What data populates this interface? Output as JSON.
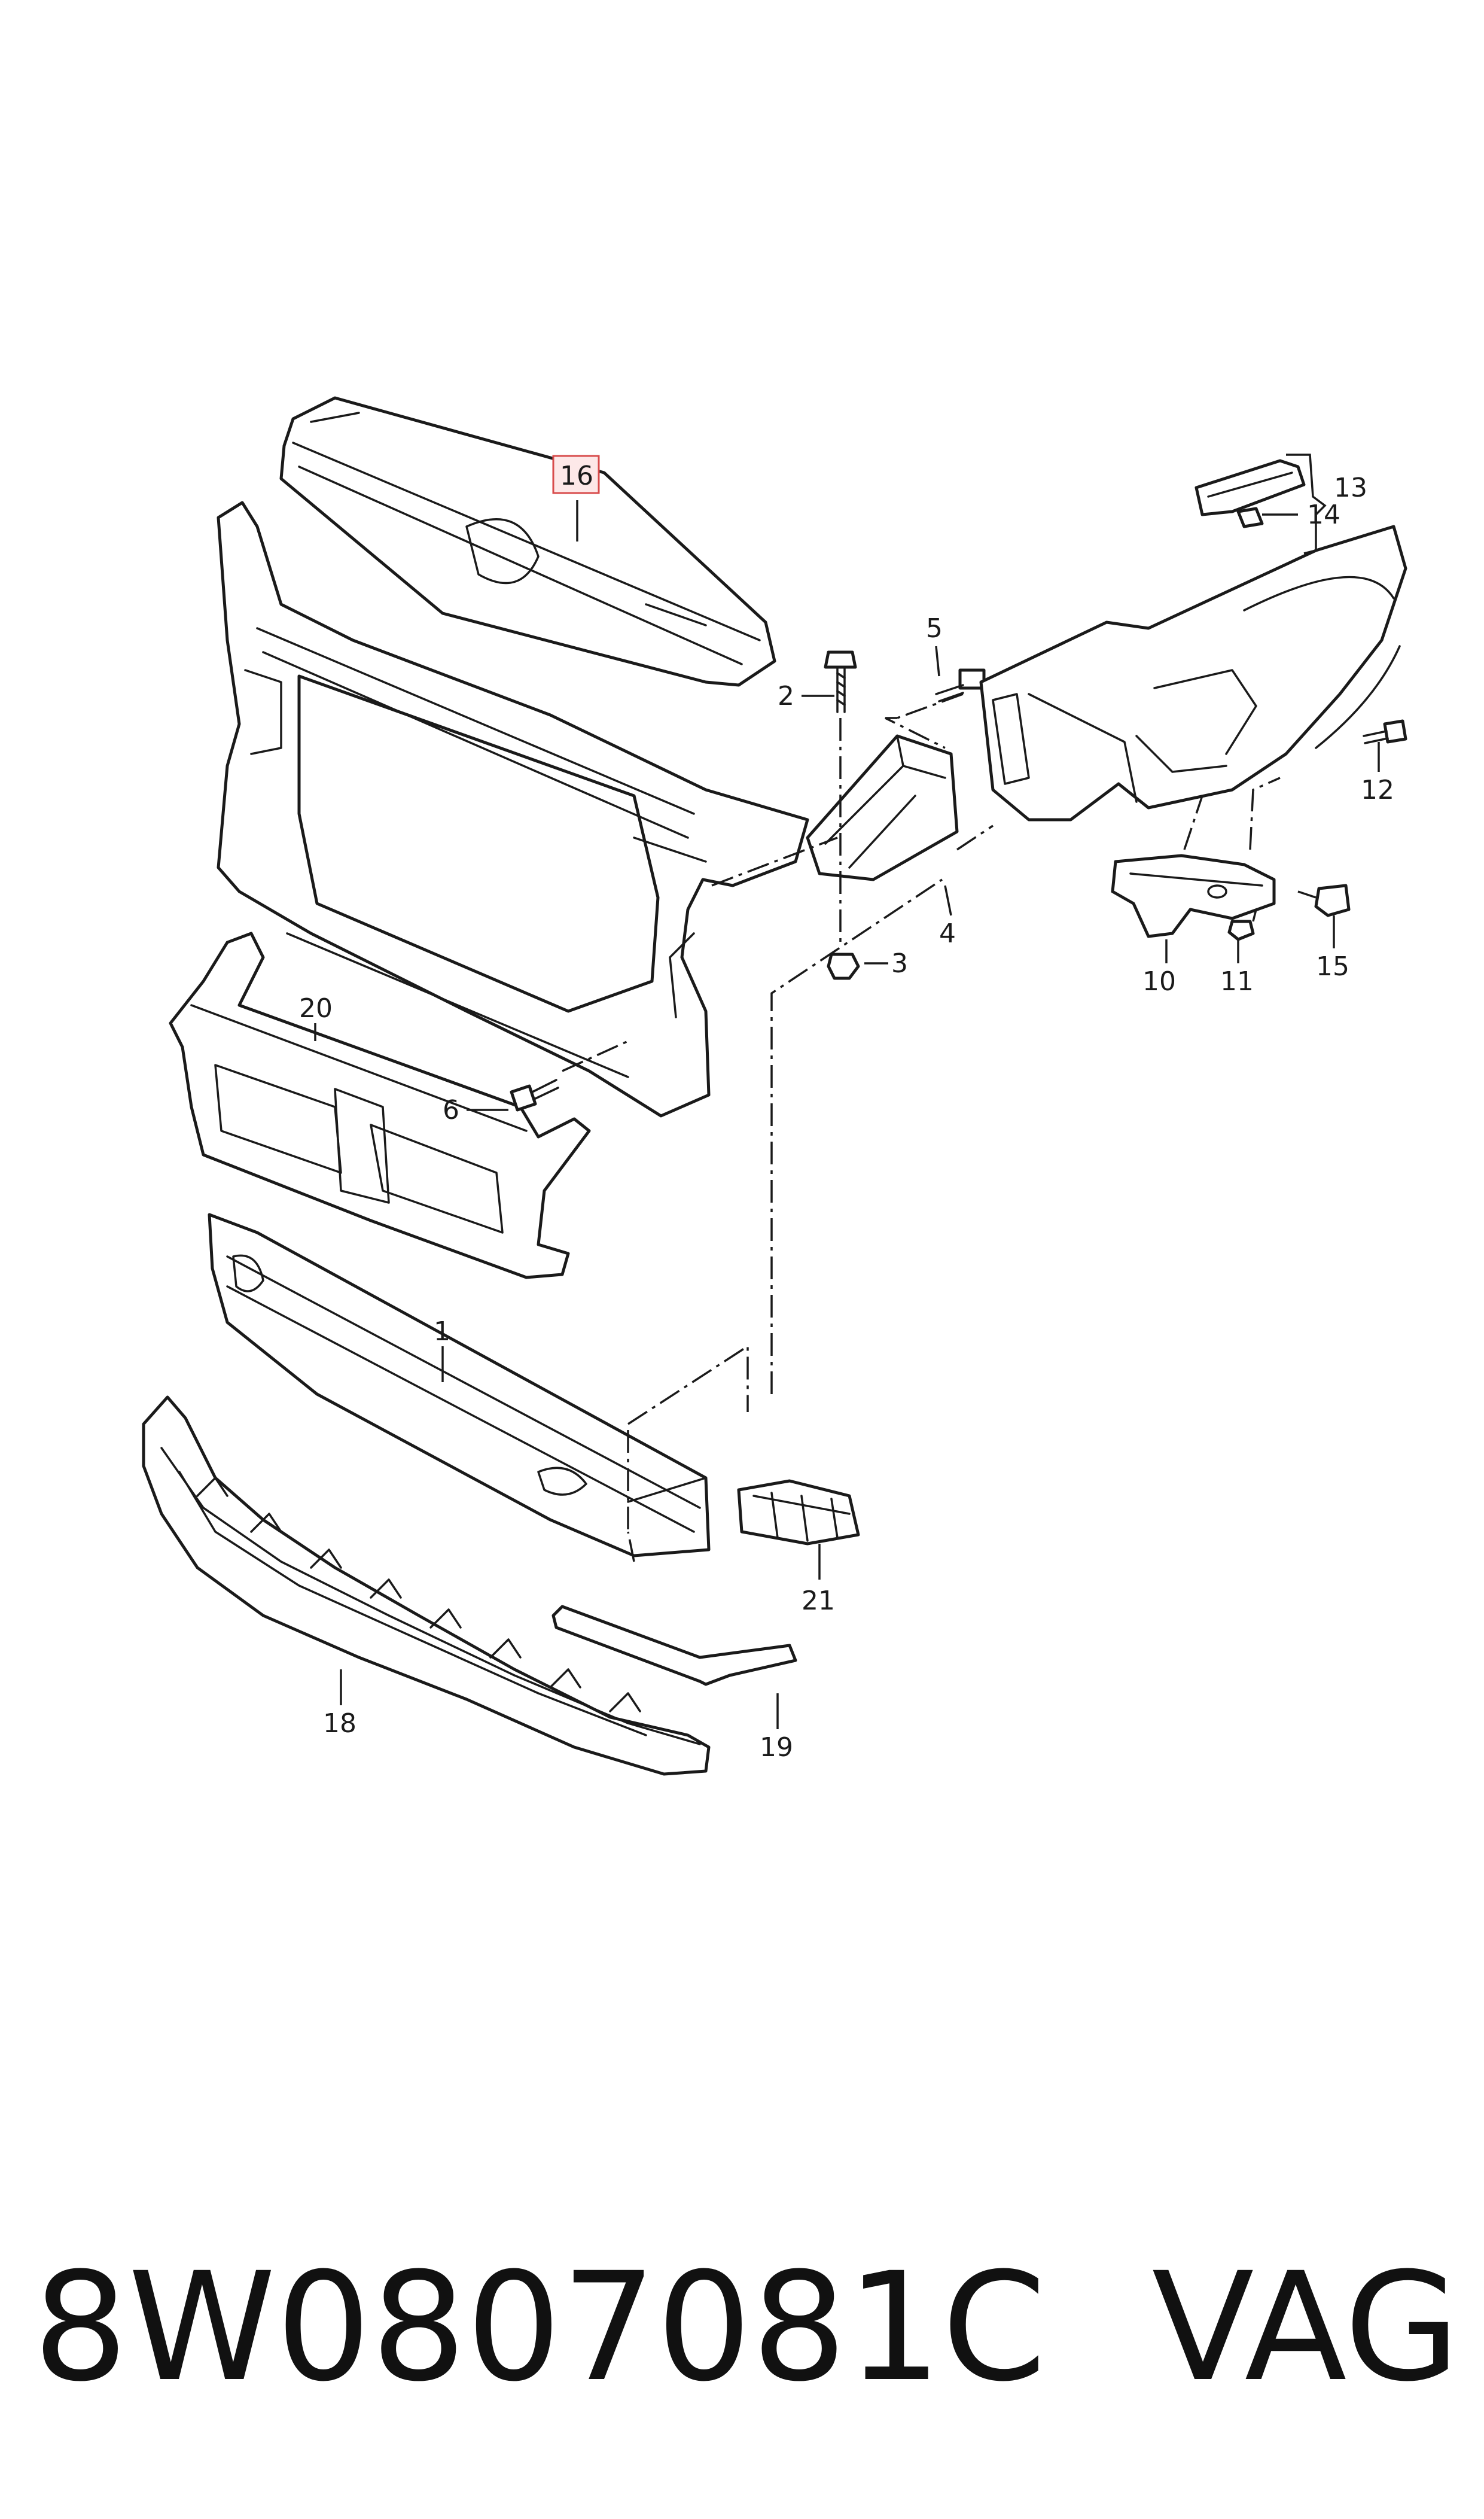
{
  "callouts": [
    {
      "id": "1",
      "label": "1"
    },
    {
      "id": "2",
      "label": "2"
    },
    {
      "id": "3",
      "label": "3"
    },
    {
      "id": "4",
      "label": "4"
    },
    {
      "id": "5",
      "label": "5"
    },
    {
      "id": "6",
      "label": "6"
    },
    {
      "id": "10",
      "label": "10"
    },
    {
      "id": "11",
      "label": "11"
    },
    {
      "id": "12",
      "label": "12"
    },
    {
      "id": "13",
      "label": "13"
    },
    {
      "id": "14",
      "label": "14"
    },
    {
      "id": "15",
      "label": "15"
    },
    {
      "id": "16",
      "label": "16",
      "highlighted": true
    },
    {
      "id": "18",
      "label": "18"
    },
    {
      "id": "19",
      "label": "19"
    },
    {
      "id": "20",
      "label": "20"
    },
    {
      "id": "21",
      "label": "21"
    }
  ],
  "highlight_color": "#d84c4c",
  "footer": {
    "part_number": "8W0807081C",
    "brand": "VAG"
  }
}
